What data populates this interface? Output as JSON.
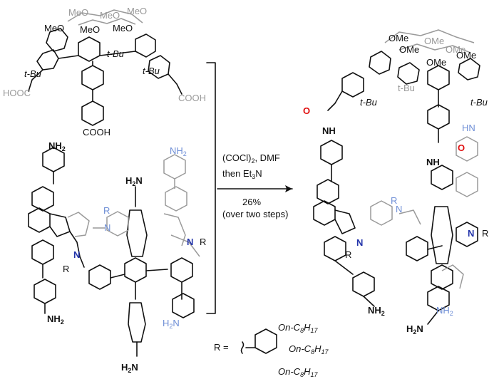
{
  "conditions": {
    "line1": "(COCl)",
    "line1_sub": "2",
    "line1_tail": ", DMF",
    "line2": "then Et",
    "line2_sub": "3",
    "line2_tail": "N",
    "yield": "26%",
    "yield_note": "(over two steps)"
  },
  "r_group": {
    "label": "R =",
    "substituent": "On-C",
    "sub_count": "8",
    "sub_h": "H",
    "sub_h_count": "17"
  },
  "labels": {
    "meo": "MeO",
    "ome": "OMe",
    "tbu": "t-Bu",
    "cooh": "COOH",
    "hooc": "HOOC",
    "nh2": "NH",
    "nh2_sub": "2",
    "h2n": "H",
    "h2n_sub": "2",
    "n": "N",
    "r": "R",
    "nh": "NH",
    "hn": "HN",
    "o": "O"
  },
  "colors": {
    "ink": "#111111",
    "grey": "#999999",
    "nitrogen": "#2233aa",
    "oxygen": "#e01010"
  }
}
